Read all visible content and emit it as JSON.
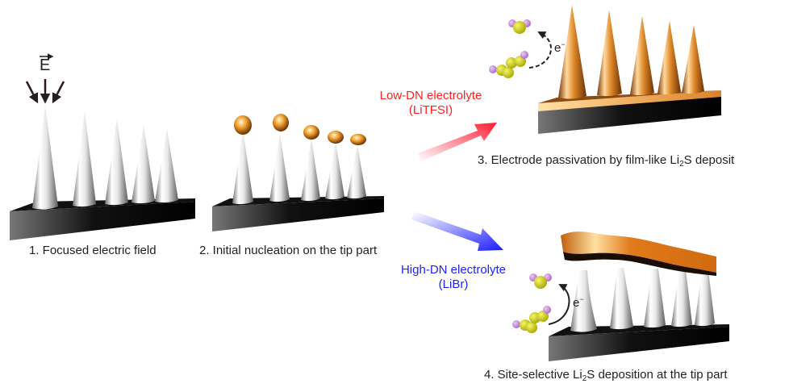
{
  "field_symbol": "E",
  "steps": [
    {
      "label": "1. Focused electric field"
    },
    {
      "label": "2. Initial nucleation on the tip part"
    },
    {
      "label_pre": "3. Electrode passivation by film-like Li",
      "label_sub": "2",
      "label_post": "S deposit"
    },
    {
      "label_pre": "4. Site-selective Li",
      "label_sub": "2",
      "label_post": "S deposition at the tip part"
    }
  ],
  "pathways": {
    "low": {
      "line1": "Low-DN electrolyte",
      "line2": "(LiTFSI)",
      "color": "#ff1f1f"
    },
    "high": {
      "line1": "High-DN electrolyte",
      "line2": "(LiBr)",
      "color": "#2020ff"
    }
  },
  "electron": {
    "symbol": "e",
    "charge": "−"
  },
  "colors": {
    "substrate": "#111111",
    "cone": "#d9d9d9",
    "deposit": "#d9781c",
    "sulfur": "#d4d400",
    "lithium": "#c98bd9"
  }
}
